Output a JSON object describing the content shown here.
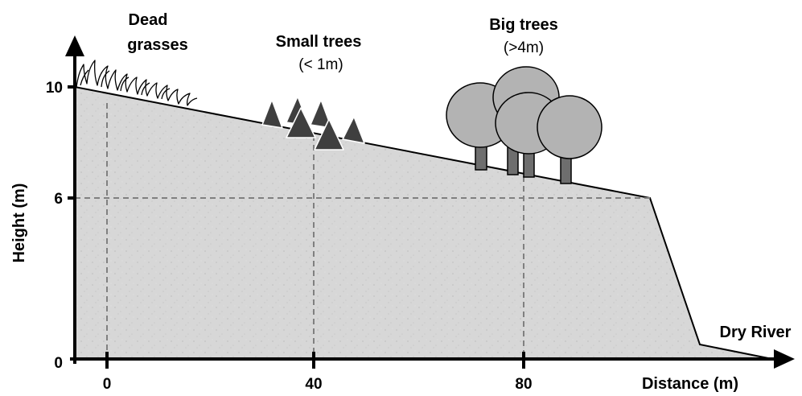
{
  "colors": {
    "ground": "#d7d7d7",
    "ground_dot": "#c4c4c4",
    "triangle": "#3f3f3f",
    "canopy": "#b3b3b3",
    "trunk": "#6e6e6e",
    "guide": "#808080"
  },
  "axes": {
    "y_label": "Height (m)",
    "x_label": "Distance (m)",
    "y_ticks": [
      "10",
      "6",
      "0"
    ],
    "x_ticks": [
      "0",
      "40",
      "80"
    ]
  },
  "labels": {
    "dead_grasses_line1": "Dead",
    "dead_grasses_line2": "grasses",
    "small_trees": "Small trees",
    "small_trees_size": "(< 1m)",
    "big_trees": "Big trees",
    "big_trees_size": "(>4m)",
    "dry_river": "Dry River"
  }
}
